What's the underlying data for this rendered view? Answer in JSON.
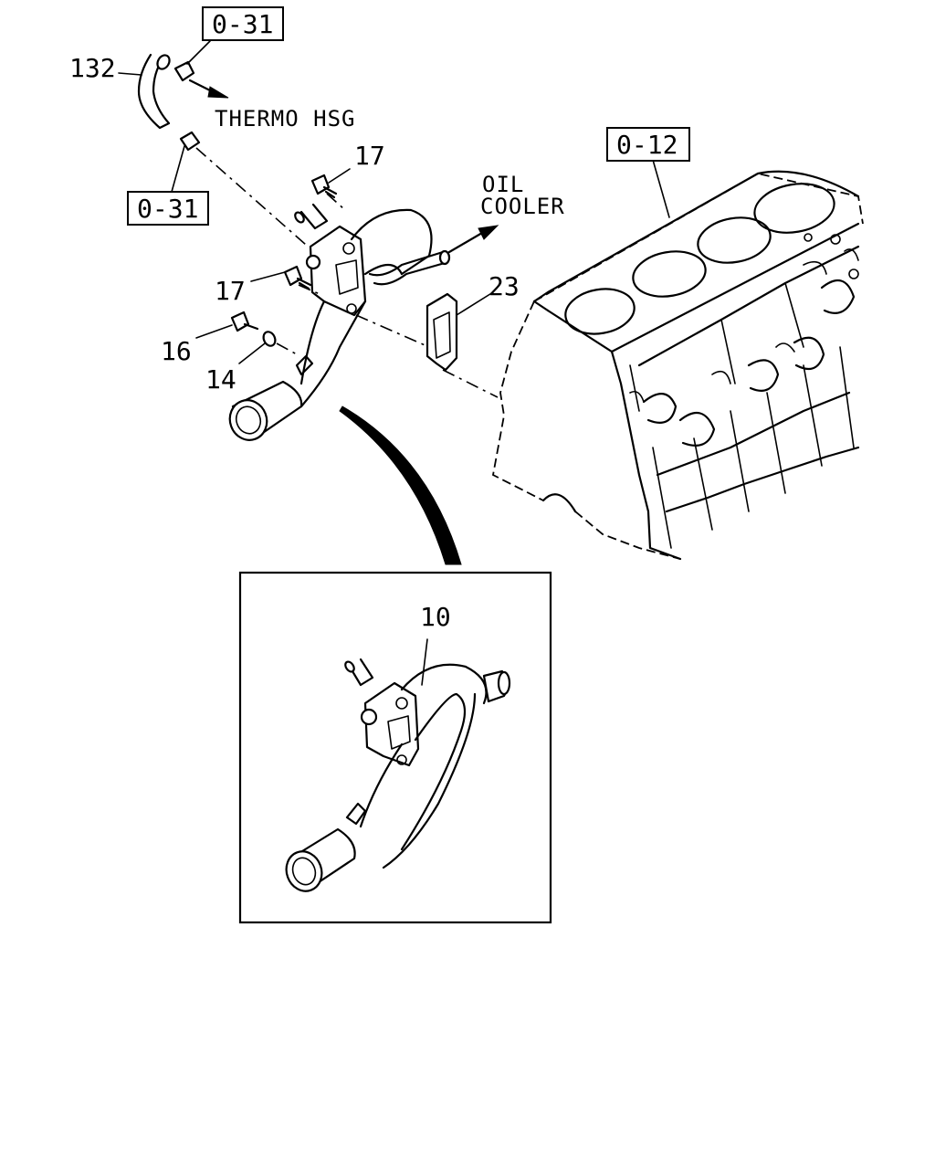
{
  "callouts": {
    "ref_top": "0-31",
    "ref_left": "0-31",
    "ref_engine": "0-12",
    "part_132": "132",
    "part_17a": "17",
    "part_17b": "17",
    "part_16": "16",
    "part_14": "14",
    "part_23": "23",
    "part_10": "10"
  },
  "notes": {
    "thermo_hsg": "THERMO HSG",
    "oil_line1": "OIL",
    "oil_line2": "COOLER"
  }
}
